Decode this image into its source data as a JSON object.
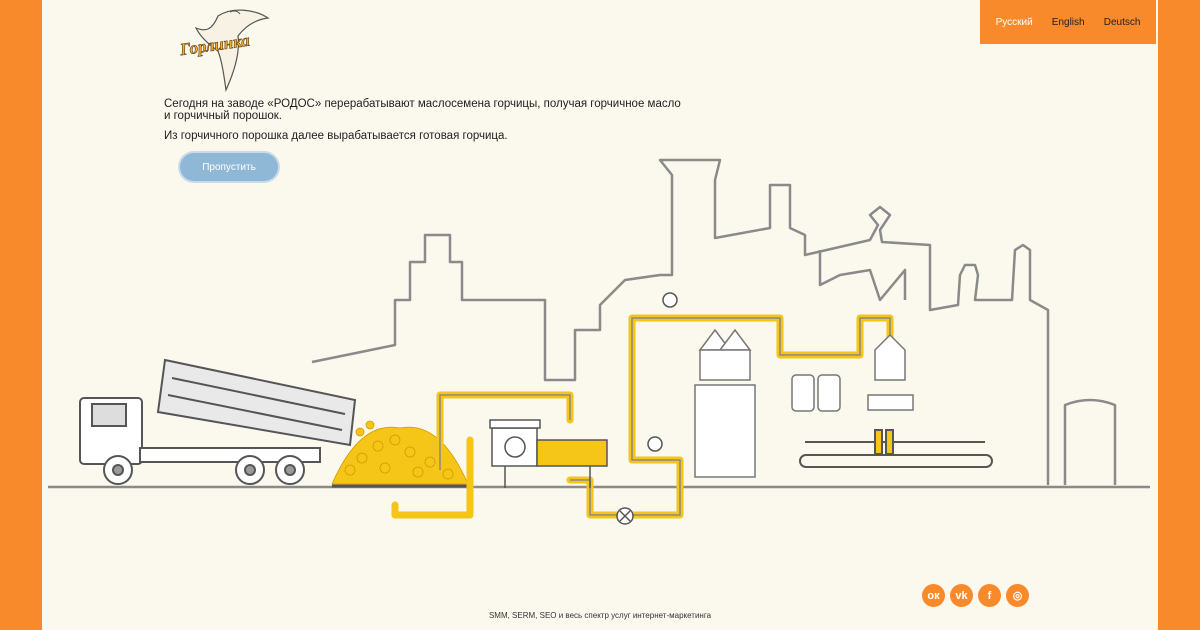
{
  "languages": [
    {
      "label": "Русский",
      "active": true
    },
    {
      "label": "English",
      "active": false
    },
    {
      "label": "Deutsch",
      "active": false
    }
  ],
  "logo_text": "Горлинка",
  "intro": {
    "line1": "Сегодня на заводе «РОДОС» перерабатывают маслосемена горчицы, получая горчичное масло и горчичный порошок.",
    "line2": "Из горчичного порошка далее вырабатывается готовая горчица."
  },
  "skip_button": "Пропустить",
  "socials": [
    {
      "name": "odnoklassniki-icon",
      "glyph": "ок"
    },
    {
      "name": "vk-icon",
      "glyph": "vk"
    },
    {
      "name": "facebook-icon",
      "glyph": "f"
    },
    {
      "name": "instagram-icon",
      "glyph": "◎"
    }
  ],
  "footer": "SMM, SERM, SEO и весь спектр услуг интернет-маркетинга",
  "colors": {
    "accent": "#f98a2c",
    "page_bg": "#fbf8ee",
    "pipe": "#f5c518",
    "outline": "#8a8a8a",
    "button": "#8fb8d6"
  }
}
